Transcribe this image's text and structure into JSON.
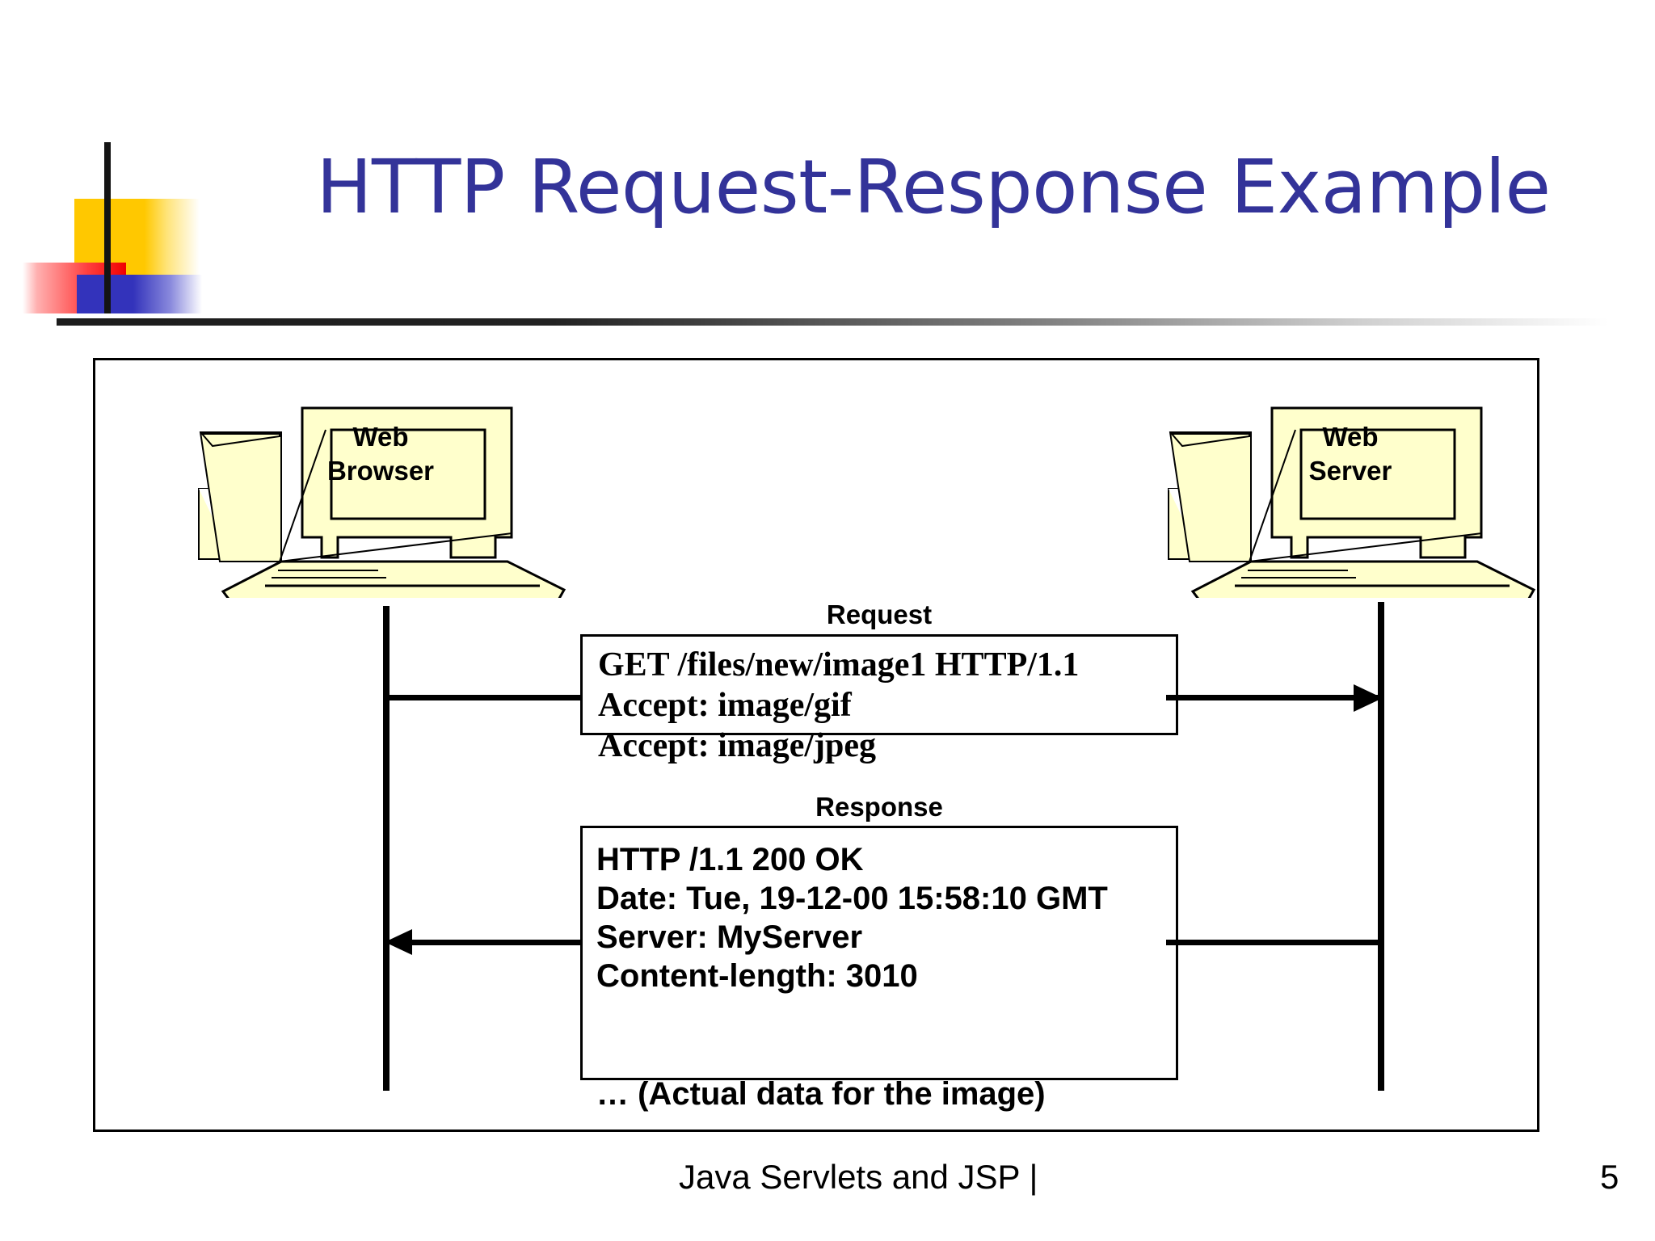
{
  "slide": {
    "title": "HTTP Request-Response Example",
    "title_color": "#333399",
    "accent_yellow": "#FFC800",
    "accent_red": "#F00000",
    "accent_blue": "#3333BB",
    "device_fill": "#FFFFCC"
  },
  "nodes": {
    "browser": {
      "label_line1": "Web",
      "label_line2": "Browser"
    },
    "server": {
      "label_line1": "Web",
      "label_line2": "Server"
    }
  },
  "messages": {
    "request": {
      "caption": "Request",
      "lines": [
        "GET /files/new/image1  HTTP/1.1",
        "Accept: image/gif",
        "Accept: image/jpeg"
      ]
    },
    "response": {
      "caption": "Response",
      "lines": [
        "HTTP /1.1    200   OK",
        "Date: Tue, 19-12-00 15:58:10 GMT",
        "Server: MyServer",
        "Content-length: 3010",
        "… (Actual data for the image)"
      ]
    }
  },
  "footer": {
    "text": "Java Servlets and JSP |",
    "page_number": "5"
  }
}
